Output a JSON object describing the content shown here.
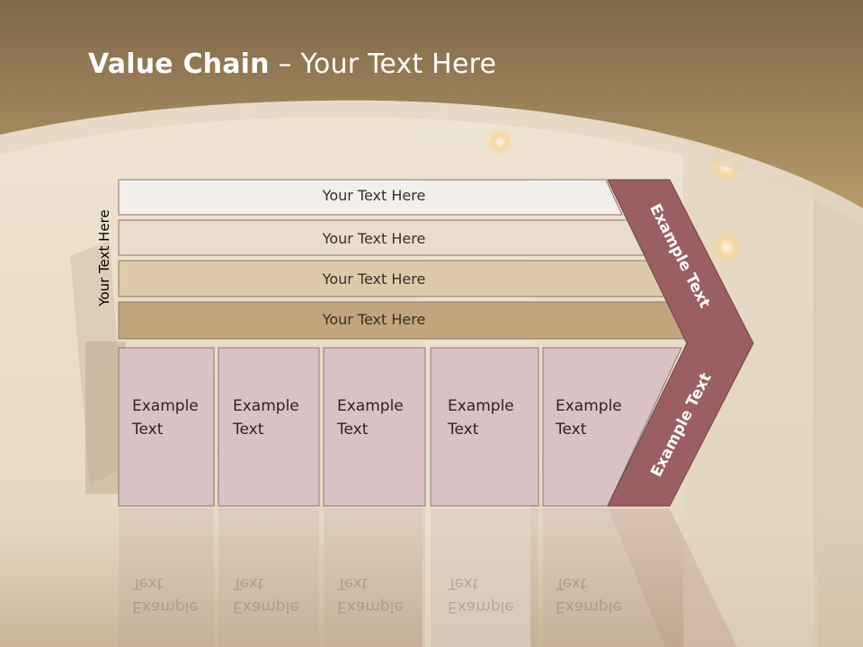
{
  "slide": {
    "title_bold": "Value Chain",
    "title_rest": " – Your Text Here",
    "side_label": "Your Text Here"
  },
  "bands": [
    {
      "label": "Your Text Here",
      "fill": "#f2efea"
    },
    {
      "label": "Your Text Here",
      "fill": "#e8dccb"
    },
    {
      "label": "Your Text Here",
      "fill": "#dccaaa"
    },
    {
      "label": "Your Text Here",
      "fill": "#c2a57c"
    }
  ],
  "boxes": [
    {
      "line1": "Example",
      "line2": "Text"
    },
    {
      "line1": "Example",
      "line2": "Text"
    },
    {
      "line1": "Example",
      "line2": "Text"
    },
    {
      "line1": "Example",
      "line2": "Text"
    },
    {
      "line1": "Example",
      "line2": "Text"
    }
  ],
  "chevron": {
    "upper_label": "Example Text",
    "lower_label": "Example Text",
    "fill": "#9a5f62"
  },
  "colors": {
    "header_band": "#a98a5c",
    "box_fill": "#d9c2c3",
    "box_border": "#8a7a70"
  }
}
